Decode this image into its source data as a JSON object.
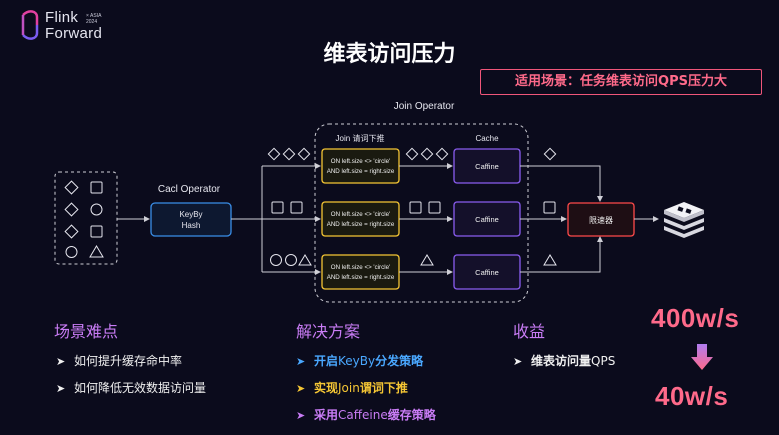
{
  "logo": {
    "line1": "Flink",
    "line2": "Forward",
    "tag_line1": "× ASIA",
    "tag_line2": "2024"
  },
  "title": "维表访问压力",
  "scenario": "适用场景：任务维表访问QPS压力大",
  "diagram": {
    "join_operator_label": "Join Operator",
    "join_pushdown_label": "Join 请词下推",
    "cache_label": "Cache",
    "calc_operator_label": "Cacl Operator",
    "keyby_line1": "KeyBy",
    "keyby_line2": "Hash",
    "join_condition_1": "ON left.size <> 'circle'",
    "join_condition_2": "AND left.size = right.size",
    "caffine_label": "Caffine",
    "limiter_label": "限速器",
    "colors": {
      "keyby": "#3a8ee8",
      "join": "#f5c634",
      "cache": "#8a5cf0",
      "limiter": "#ff4a4a",
      "line": "#cfcfd6"
    }
  },
  "difficulties": {
    "title": "场景难点",
    "color": "#c97cf5",
    "items": [
      "如何提升缓存命中率",
      "如何降低无效数据访问量"
    ]
  },
  "solutions": {
    "title": "解决方案",
    "color": "#c97cf5",
    "items": [
      {
        "prefix": "开启",
        "highlight": "KeyBy",
        "suffix": "分发策略",
        "color": "#4aa8ff"
      },
      {
        "prefix": "实现",
        "highlight": "Join",
        "suffix": "谓词下推",
        "color": "#f5c634"
      },
      {
        "prefix": "采用",
        "highlight": "Caffeine",
        "suffix": "缓存策略",
        "color": "#c97cf5"
      }
    ]
  },
  "benefits": {
    "title": "收益",
    "color": "#c97cf5",
    "item_bold": "维表访问量",
    "item_rest": "QPS"
  },
  "qps_before": "400w/s",
  "qps_after": "40w/s"
}
